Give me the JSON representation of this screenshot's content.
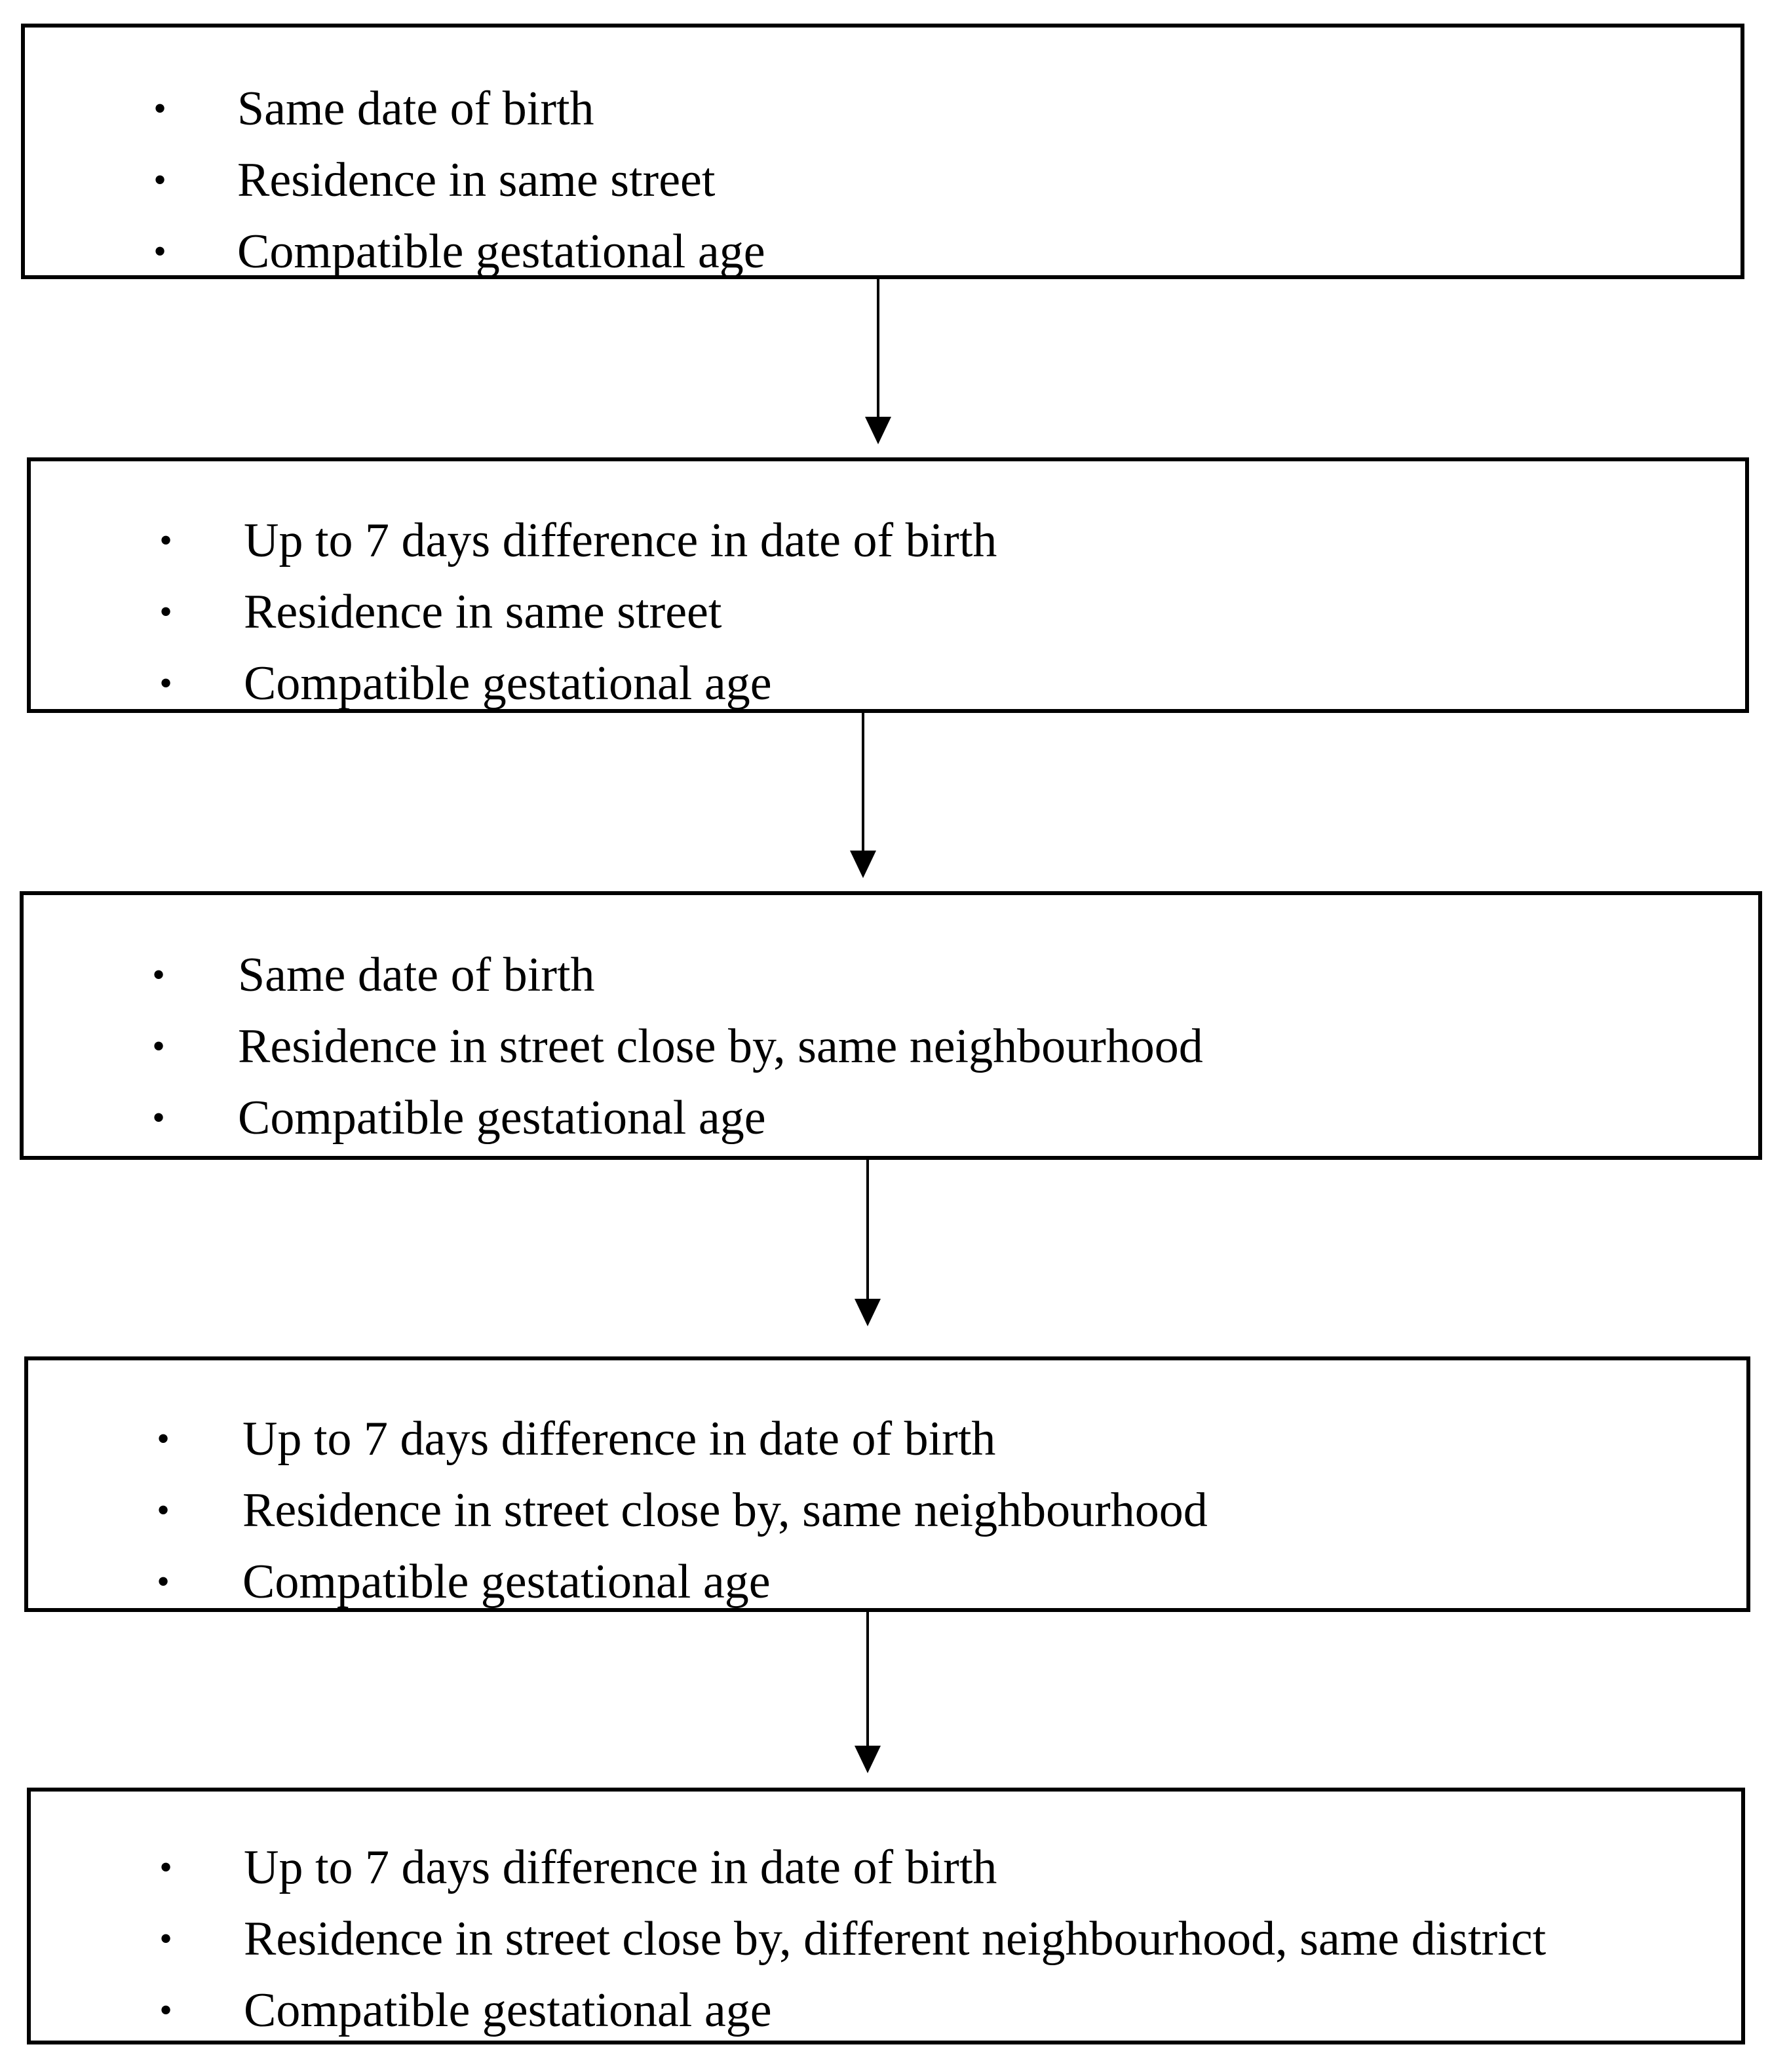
{
  "steps": [
    {
      "criteria": [
        "Same date of birth",
        "Residence in same street",
        "Compatible gestational age"
      ]
    },
    {
      "criteria": [
        "Up to 7 days difference in date of birth",
        "Residence in same street",
        "Compatible gestational age"
      ]
    },
    {
      "criteria": [
        "Same date of birth",
        "Residence in street close by, same neighbourhood",
        "Compatible gestational age"
      ]
    },
    {
      "criteria": [
        "Up to 7 days difference in date of birth",
        "Residence in street close by, same neighbourhood",
        "Compatible gestational age"
      ]
    },
    {
      "criteria": [
        "Up to 7 days difference in date of birth",
        "Residence in street close by, different neighbourhood, same district",
        "Compatible gestational age"
      ]
    }
  ],
  "bullet_symbol": "•"
}
